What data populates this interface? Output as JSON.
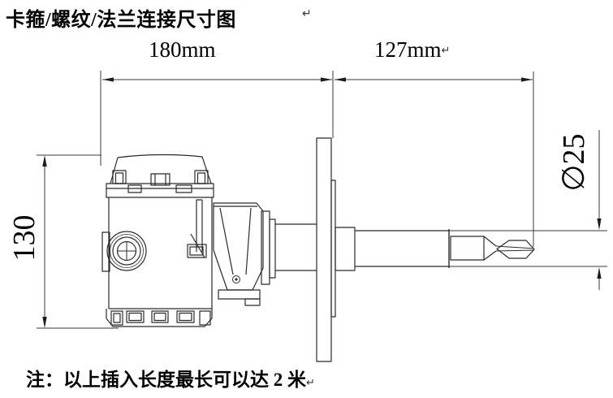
{
  "title": {
    "text": "卡箍/螺纹/法兰连接尺寸图",
    "return_mark": "↵"
  },
  "dimensions": {
    "housing_to_flange": {
      "label": "180mm",
      "value_mm": 180
    },
    "insertion_length": {
      "label": "127mm",
      "value_mm": 127,
      "return_mark": "↵"
    },
    "housing_height": {
      "label": "130",
      "value_mm": 130
    },
    "probe_diameter": {
      "label": "∅25",
      "value_mm": 25
    }
  },
  "note": {
    "text": "注：以上插入长度最长可以达 2 米",
    "return_mark": "↵"
  },
  "colors": {
    "device_line": "#2b2b2b",
    "dimension_line": "#3a3a3a",
    "text": "#000000",
    "background": "#ffffff"
  }
}
